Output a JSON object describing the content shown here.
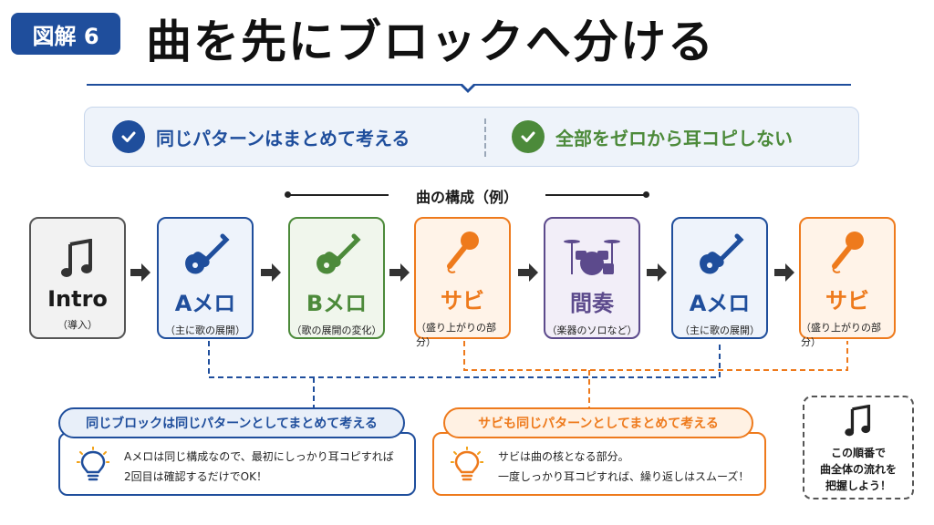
{
  "header": {
    "badge": "図解 6",
    "title": "曲を先にブロックへ分ける"
  },
  "principles": [
    {
      "label": "同じパターンはまとめて考える",
      "icon": "check-circle-icon",
      "color": "#1f4e9c"
    },
    {
      "label": "全部をゼロから耳コピしない",
      "icon": "check-circle-icon",
      "color": "#4c8a3a"
    }
  ],
  "structure_label": "曲の構成（例）",
  "blocks": [
    {
      "name": "Intro",
      "sub": "（導入）",
      "icon": "music-note-icon"
    },
    {
      "name": "Aメロ",
      "sub": "（主に歌の展開）",
      "icon": "guitar-icon"
    },
    {
      "name": "Bメロ",
      "sub": "（歌の展開の変化）",
      "icon": "guitar-icon"
    },
    {
      "name": "サビ",
      "sub": "（盛り上がりの部分）",
      "icon": "microphone-icon"
    },
    {
      "name": "間奏",
      "sub": "（楽器のソロなど）",
      "icon": "drum-kit-icon"
    },
    {
      "name": "Aメロ",
      "sub": "（主に歌の展開）",
      "icon": "guitar-icon"
    },
    {
      "name": "サビ",
      "sub": "（盛り上がりの部分）",
      "icon": "microphone-icon"
    }
  ],
  "groups": {
    "blue": {
      "title": "同じブロックは同じパターンとしてまとめて考える",
      "line1": "Aメロは同じ構成なので、最初にしっかり耳コピすれば",
      "line2": "2回目は確認するだけでOK！",
      "icon": "lightbulb-icon"
    },
    "orange": {
      "title": "サビも同じパターンとしてまとめて考える",
      "line1": "サビは曲の核となる部分。",
      "line2": "一度しっかり耳コピすれば、繰り返しはスムーズ！",
      "icon": "lightbulb-icon"
    }
  },
  "note": {
    "text": "この順番で\n曲全体の流れを\n把握しよう！",
    "icon": "music-note-icon"
  },
  "colors": {
    "blue": "#1f4e9c",
    "green": "#4c8a3a",
    "orange": "#ee7a1c",
    "purple": "#5c4a8c",
    "gray": "#555555"
  }
}
